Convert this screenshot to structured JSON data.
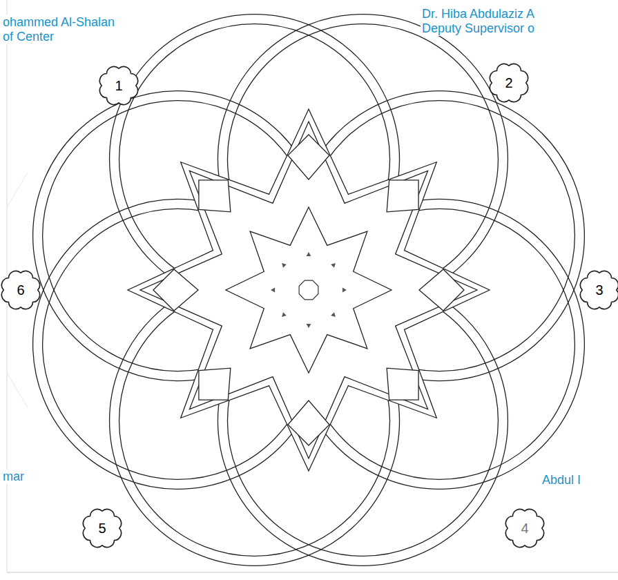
{
  "diagram": {
    "nodes": [
      {
        "text": [
          "1"
        ]
      },
      {
        "text": [
          "2"
        ]
      },
      {
        "text": [
          "3"
        ]
      },
      {
        "text": [
          "4"
        ]
      },
      {
        "text": [
          "5"
        ]
      },
      {
        "text": [
          "6"
        ]
      }
    ],
    "labels": [
      "ohammed Al-Shalan",
      "of Center",
      "Dr. Hiba Abdulaziz A",
      "Deputy Supervisor o",
      "mar",
      "Abdul I"
    ]
  }
}
